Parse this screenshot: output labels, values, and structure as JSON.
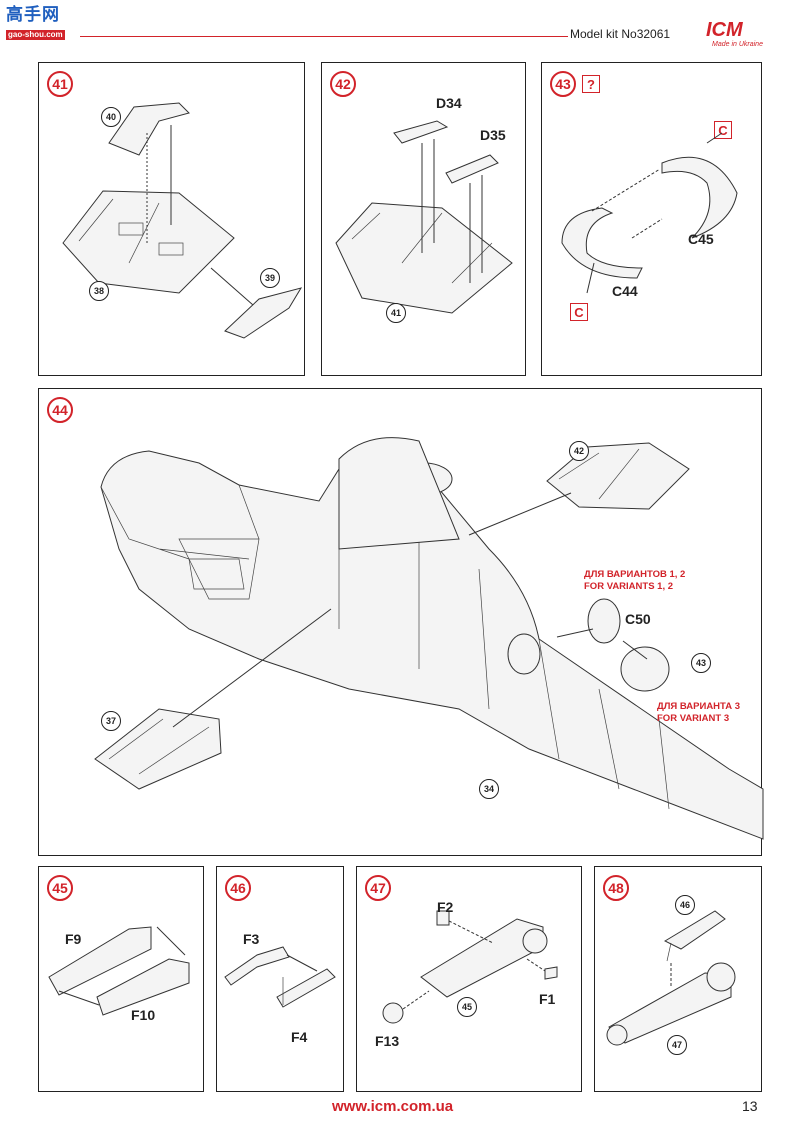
{
  "header": {
    "logo_site": "高手网",
    "logo_sub": "gao-shou.com",
    "model_kit": "Model kit No32061",
    "brand": "ICM",
    "brand_tagline": "Made in Ukraine"
  },
  "steps": {
    "s41": {
      "num": "41",
      "badges": [
        "40",
        "38",
        "39"
      ]
    },
    "s42": {
      "num": "42",
      "badges": [
        "41"
      ],
      "labels": [
        "D34",
        "D35"
      ]
    },
    "s43": {
      "num": "43",
      "hint": "?",
      "labels": [
        "C45",
        "C44"
      ],
      "color_code": "C"
    },
    "s44": {
      "num": "44",
      "badges": [
        "42",
        "43",
        "37",
        "34"
      ],
      "labels": [
        "C50"
      ],
      "note_variants_12": [
        "ДЛЯ ВАРИАНТОВ 1, 2",
        "FOR VARIANTS 1, 2"
      ],
      "note_variant_3": [
        "ДЛЯ ВАРИАНТА 3",
        "FOR VARIANT 3"
      ]
    },
    "s45": {
      "num": "45",
      "labels": [
        "F9",
        "F10"
      ]
    },
    "s46": {
      "num": "46",
      "labels": [
        "F3",
        "F4"
      ]
    },
    "s47": {
      "num": "47",
      "badges": [
        "45"
      ],
      "labels": [
        "F2",
        "F1",
        "F13"
      ]
    },
    "s48": {
      "num": "48",
      "badges": [
        "46",
        "47"
      ]
    }
  },
  "footer": {
    "url": "www.icm.com.ua",
    "page": "13"
  },
  "colors": {
    "accent": "#d2232a",
    "line": "#222222"
  }
}
